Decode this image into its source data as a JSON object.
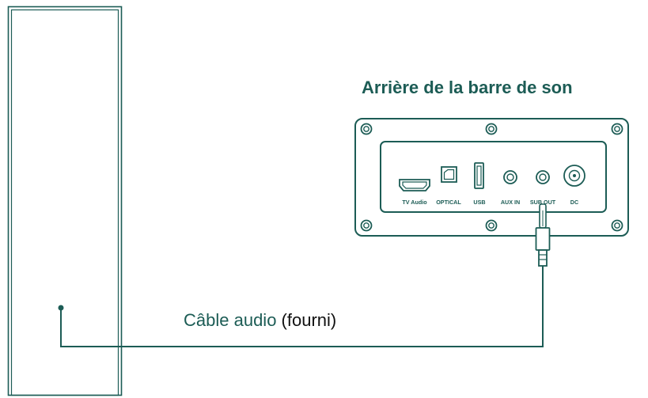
{
  "title": "Arrière de la barre de son",
  "cable_label": {
    "colored": "Câble audio",
    "plain": " (fourni)"
  },
  "ports": [
    {
      "label": "TV Audio",
      "icon": "hdmi-port-icon"
    },
    {
      "label": "OPTICAL",
      "icon": "optical-port-icon"
    },
    {
      "label": "USB",
      "icon": "usb-port-icon"
    },
    {
      "label": "AUX IN",
      "icon": "aux-in-jack-icon"
    },
    {
      "label": "SUB OUT",
      "icon": "sub-out-jack-icon"
    },
    {
      "label": "DC",
      "icon": "dc-power-port-icon"
    }
  ],
  "colors": {
    "primary": "#1c5c55",
    "text": "#111111",
    "background": "#ffffff"
  }
}
